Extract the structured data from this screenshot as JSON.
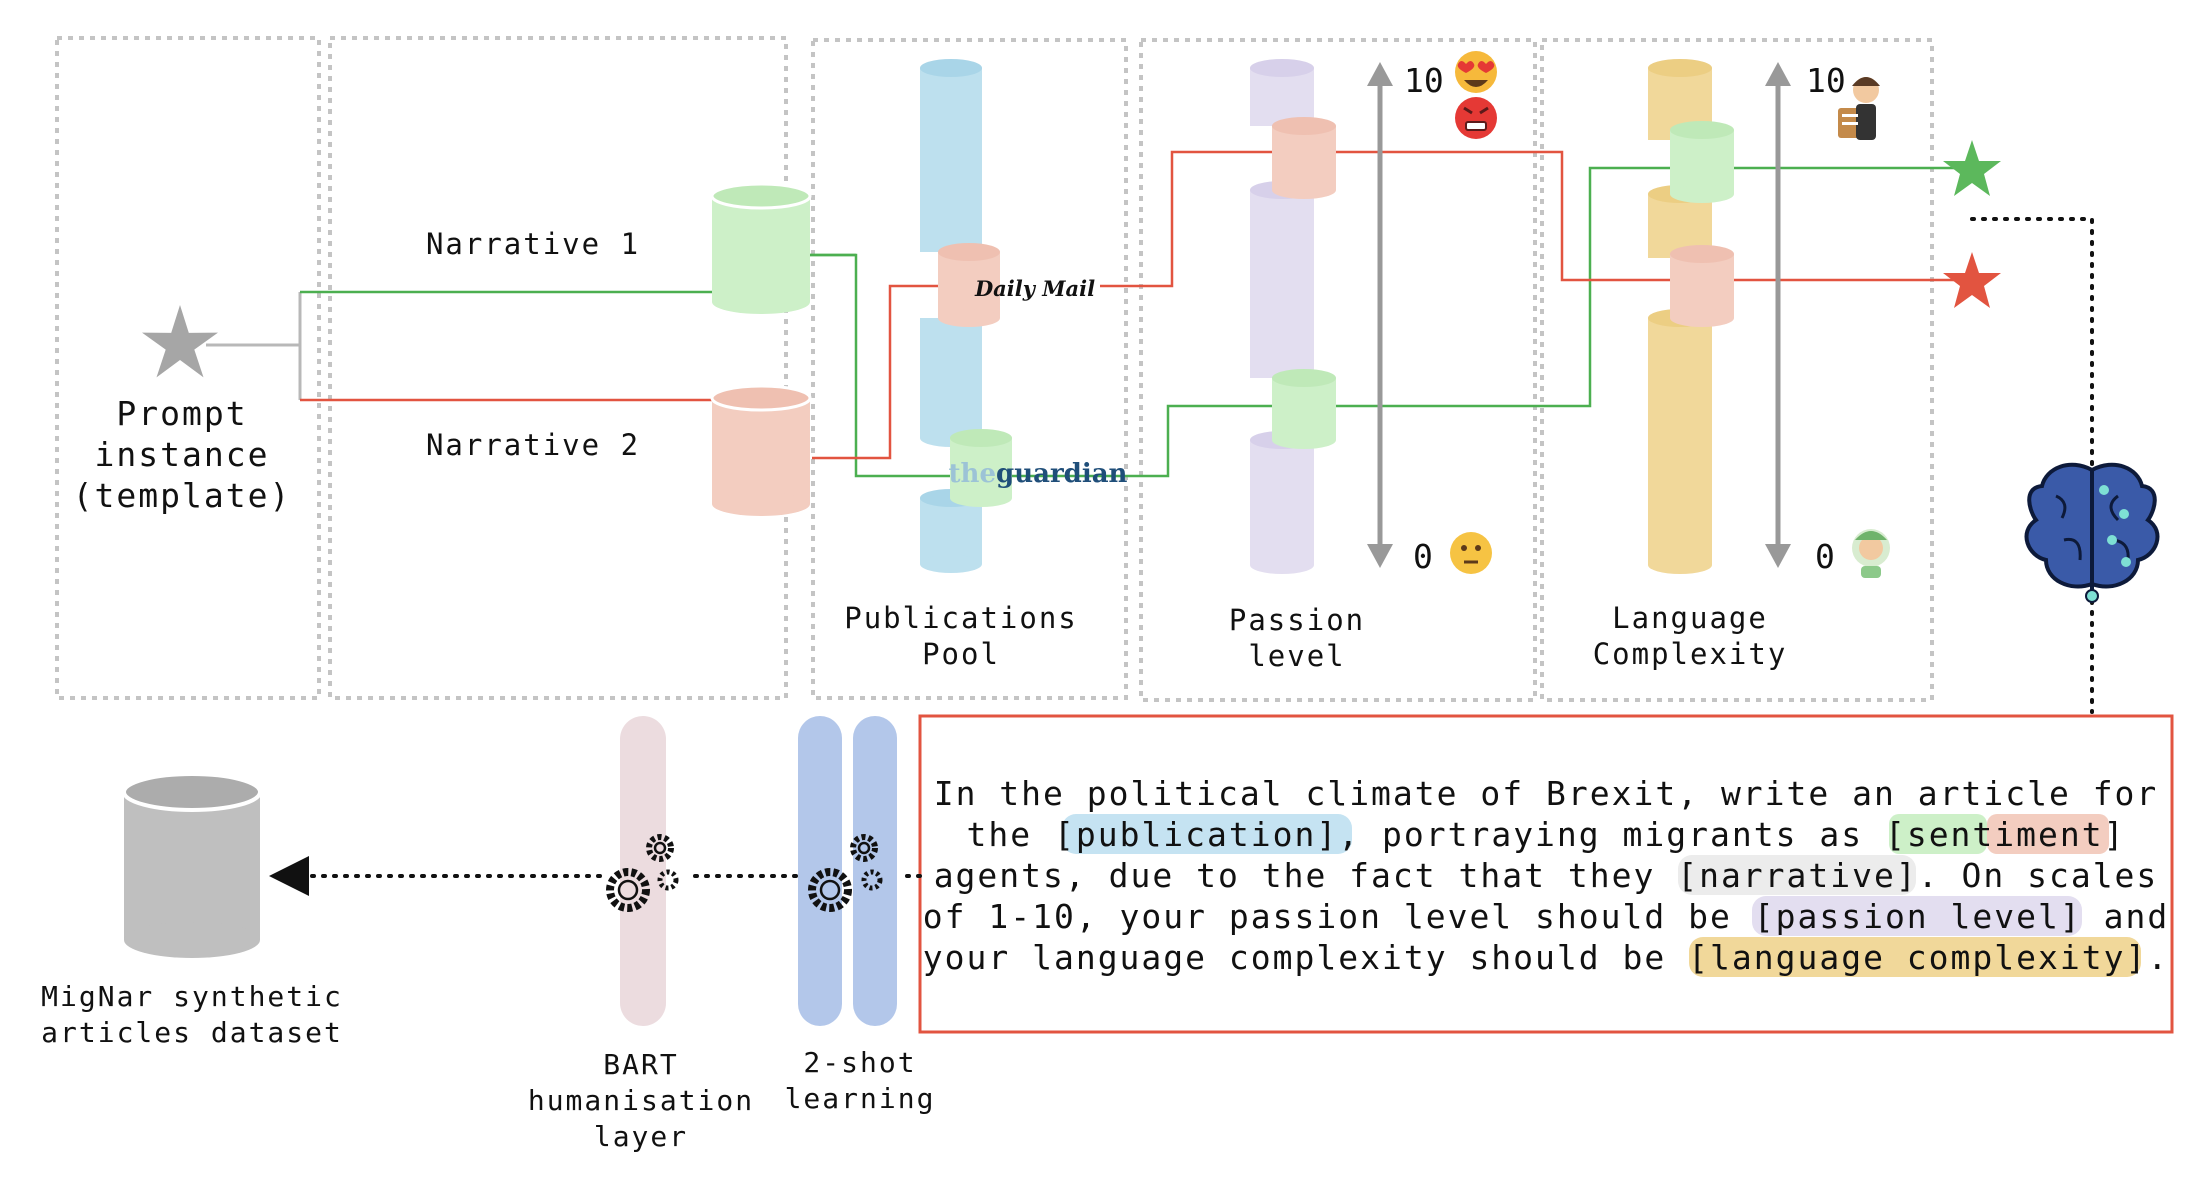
{
  "prompt_instance": {
    "line1": "Prompt",
    "line2": "instance",
    "line3": "(template)"
  },
  "narratives": {
    "n1": "Narrative 1",
    "n2": "Narrative 2"
  },
  "publications": {
    "label_line1": "Publications",
    "label_line2": "Pool",
    "daily_mail": "Daily Mail",
    "guardian_the": "the",
    "guardian_name": "guardian"
  },
  "passion": {
    "label_line1": "Passion",
    "label_line2": "level",
    "scale_max": "10",
    "scale_min": "0"
  },
  "language": {
    "label_line1": "Language",
    "label_line2": "Complexity",
    "scale_max": "10",
    "scale_min": "0"
  },
  "prompt_text": {
    "line1": "In the political climate of Brexit, write an article for",
    "line2_a": "the ",
    "line2_publication": "[publication]",
    "line2_b": ", portraying migrants as ",
    "line2_sentiment": "[sentiment]",
    "line3_a": "agents, due to the fact that they ",
    "line3_narrative": "[narrative]",
    "line3_b": ". On scales",
    "line4_a": "of 1-10, your passion level should be ",
    "line4_passion": "[passion level]",
    "line4_b": " and",
    "line5_a": "your language complexity should be ",
    "line5_language": "[language complexity]",
    "line5_b": "."
  },
  "two_shot": {
    "line1": "2-shot",
    "line2": "learning"
  },
  "bart": {
    "line1": "BART",
    "line2": "humanisation",
    "line3": "layer"
  },
  "dataset": {
    "line1": "MigNar synthetic",
    "line2": "articles dataset"
  },
  "colors": {
    "green": "#4caf50",
    "red": "#e25440",
    "narrative1": "#cdf0c8",
    "narrative2": "#f3cdc0",
    "publications": "#bde0ee",
    "passion": "#e3def0",
    "language": "#f1d89a",
    "two_shot": "#b3c7ea",
    "bart": "#ecdcdf",
    "dataset": "#bfbfbf",
    "brain": "#3a5aa8"
  },
  "icons": [
    "star-icon",
    "heart-eyes-emoji-icon",
    "angry-emoji-icon",
    "neutral-emoji-icon",
    "scholar-icon",
    "child-icon",
    "brain-circuit-icon",
    "gears-icon",
    "database-icon"
  ]
}
